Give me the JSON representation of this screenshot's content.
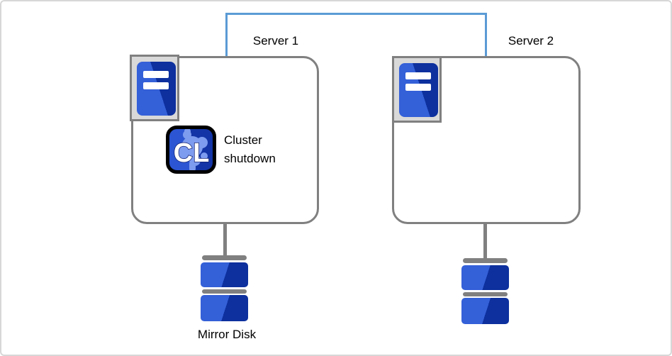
{
  "diagram": {
    "type": "cluster-topology",
    "nodes": {
      "server1": {
        "label": "Server 1"
      },
      "server2": {
        "label": "Server 2"
      },
      "cluster_shutdown": {
        "icon_letters": "CL",
        "label": "Cluster shutdown"
      },
      "mirror_disk": {
        "label": "Mirror Disk"
      }
    },
    "icons": {
      "server1_icon": "rack-server-icon",
      "server2_icon": "rack-server-icon",
      "cluster_shutdown_icon": "cl-cluster-icon",
      "disk1_icon": "mirror-disk-icon",
      "disk2_icon": "mirror-disk-icon"
    },
    "connections": [
      {
        "from": "server1",
        "to": "server2",
        "style": "interconnect",
        "color": "#5B9BD5"
      },
      {
        "from": "server1",
        "to": "mirror_disk_1",
        "style": "line",
        "color": "#808080"
      },
      {
        "from": "server2",
        "to": "mirror_disk_2",
        "style": "line",
        "color": "#808080"
      }
    ],
    "colors": {
      "connector_blue": "#5B9BD5",
      "outline_gray": "#808080",
      "icon_panel_fill": "#d9d9d9",
      "device_blue_light": "#3460D8",
      "device_blue_dark": "#0D309E",
      "cluster_blob_blue": "#7D9BEF",
      "frame_border": "#d7d7d7",
      "background": "#ffffff"
    }
  }
}
